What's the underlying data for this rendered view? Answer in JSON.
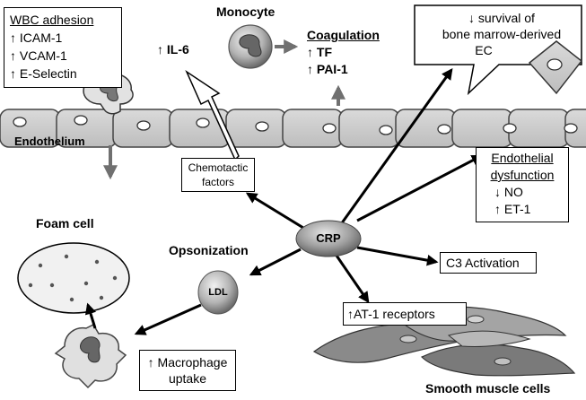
{
  "wbc": {
    "title": "WBC adhesion",
    "l1": "↑ ICAM-1",
    "l2": "↑ VCAM-1",
    "l3": "↑ E-Selectin"
  },
  "monocyte": "Monocyte",
  "il6": "↑ IL-6",
  "coag": {
    "title": "Coagulation",
    "l1": "↑ TF",
    "l2": "↑ PAI-1"
  },
  "survival": {
    "l1": "↓ survival of",
    "l2": "bone marrow-derived",
    "l3": "EC"
  },
  "endothelium": "Endothelium",
  "chemo": {
    "l1": "Chemotactic",
    "l2": "factors"
  },
  "dysf": {
    "l1": "Endothelial",
    "l2": "dysfunction",
    "l3": "↓ NO",
    "l4": "↑ ET-1"
  },
  "foam": "Foam cell",
  "opson": "Opsonization",
  "crp": "CRP",
  "ldl": "LDL",
  "c3": "C3 Activation",
  "at1": "↑AT-1 receptors",
  "macro": {
    "l1": "↑ Macrophage",
    "l2": "uptake"
  },
  "smc": "Smooth muscle cells"
}
